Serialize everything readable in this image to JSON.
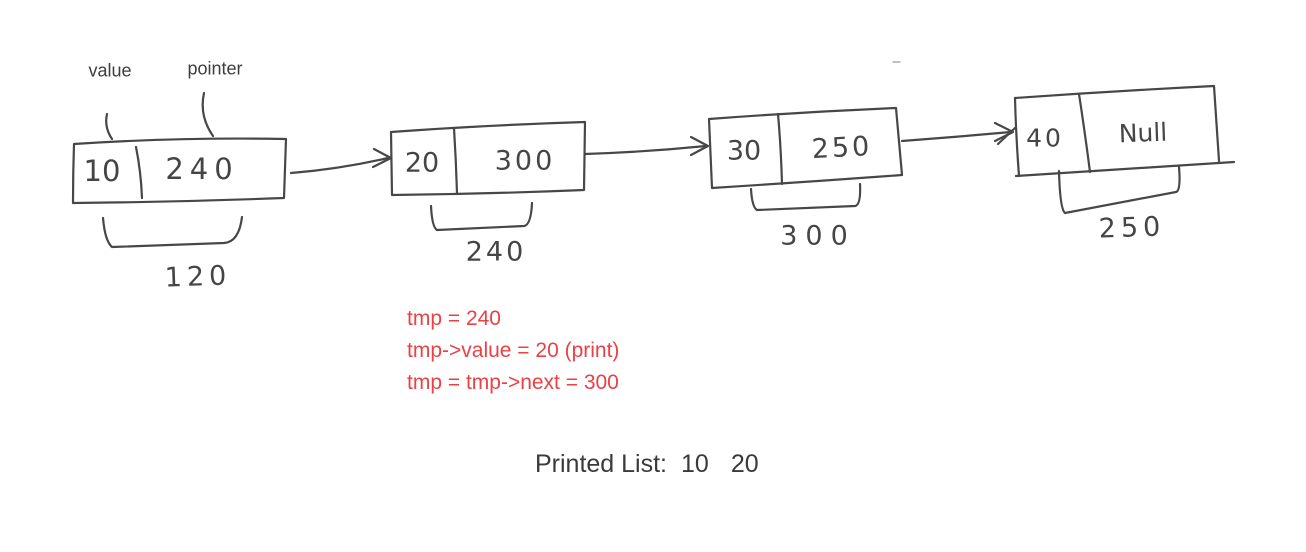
{
  "diagram": {
    "field_labels": {
      "value": "value",
      "pointer": "pointer"
    },
    "nodes": [
      {
        "value": "10",
        "pointer": "240",
        "address": "120"
      },
      {
        "value": "20",
        "pointer": "300",
        "address": "240"
      },
      {
        "value": "30",
        "pointer": "250",
        "address": "300"
      },
      {
        "value": "40",
        "pointer": "Null",
        "address": "250"
      }
    ]
  },
  "code_annotation": {
    "lines": [
      "tmp = 240",
      "tmp->value = 20 (print)",
      "tmp = tmp->next = 300"
    ]
  },
  "printed_list": {
    "label": "Printed List:",
    "items": [
      "10",
      "20"
    ]
  },
  "colors": {
    "ink": "#474747",
    "code_red": "#ea4146",
    "caption_text": "#3a3a3a",
    "background": "#ffffff"
  }
}
